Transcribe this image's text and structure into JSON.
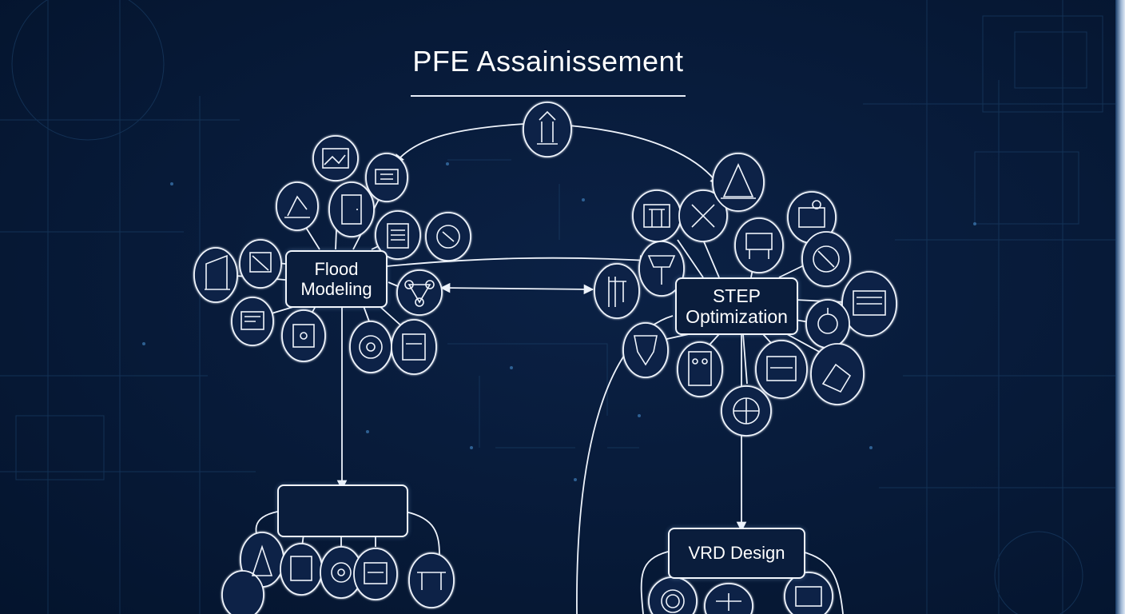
{
  "diagram": {
    "title": "PFE Assainissement",
    "nodes": {
      "flood_modeling": {
        "line1": "Flood",
        "line2": "Modeling"
      },
      "step_optimization": {
        "line1": "STEP",
        "line2": "Optimization"
      },
      "vrd_design": {
        "label": "VRD Design"
      },
      "unlabeled_box": {
        "label": ""
      }
    },
    "icon_nodes": [
      "engineer-icon",
      "map-icon",
      "crane-icon",
      "cad-icon",
      "robot-arm-icon",
      "door-icon",
      "clipboard-icon",
      "hand-tool-icon",
      "pallet-truck-icon",
      "blueprint-icon",
      "molecule-icon",
      "document-icon",
      "gear-valve-icon",
      "pump-icon",
      "tent-icon",
      "tools-icon",
      "machine-icon",
      "pipe-icon",
      "lamp-icon",
      "bridge-icon",
      "chip-icon",
      "target-icon",
      "tank-icon"
    ],
    "colors": {
      "background": "#071a38",
      "line": "#e8eef8",
      "accent_glow": "#9cc8ff"
    }
  }
}
